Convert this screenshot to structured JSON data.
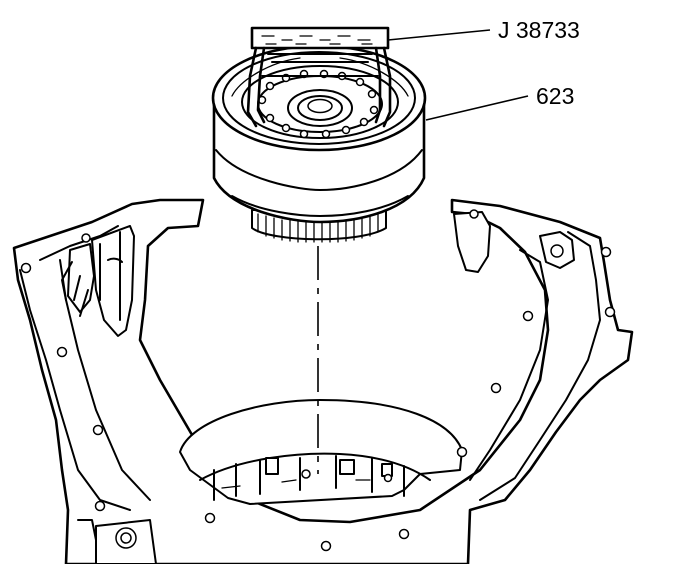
{
  "callouts": [
    {
      "id": "tool",
      "label": "J 38733"
    },
    {
      "id": "part",
      "label": "623"
    }
  ],
  "colors": {
    "ink": "#000000",
    "paper": "#ffffff"
  }
}
